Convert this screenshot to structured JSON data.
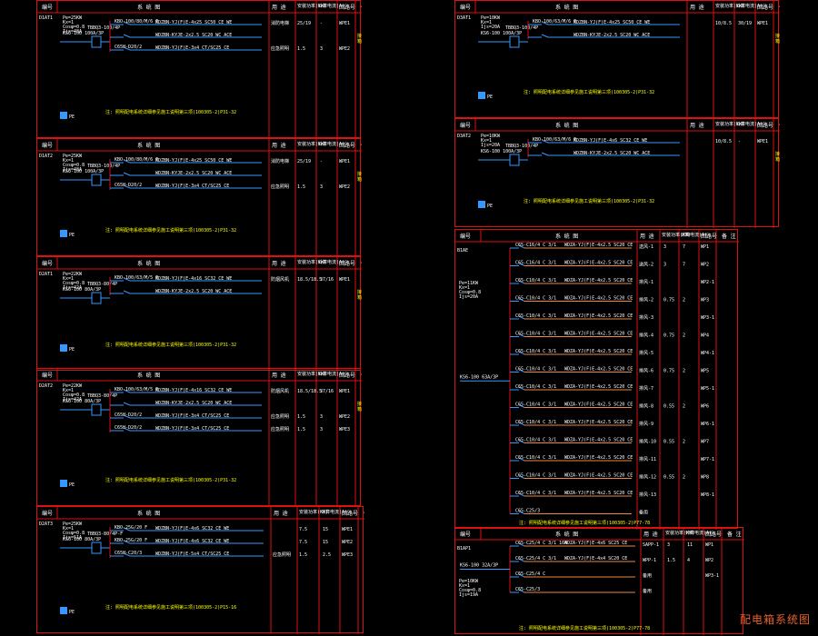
{
  "caption": "配电箱系统图",
  "header": {
    "id": "编号",
    "scheme": "系 统 图",
    "use": "用 途",
    "power": "安装功率(KW)",
    "current": "计算电流(A)",
    "circuit": "回路号",
    "note": "备 注"
  },
  "panels": [
    {
      "id": "D1AT1",
      "params": [
        "Pe=25KW",
        "Kx=1",
        "Cosφ=0.8",
        "Ijs=48A"
      ],
      "inbreaker": "TBBQ3-100/4P",
      "mainsw": "KS6-100 100A/3P",
      "circuits": [
        {
          "breaker": "KBO-100/80/M/6 F",
          "cable": "WDZBN-YJ(F)E-4x25 SC50 CE WE",
          "use": "消防电梯",
          "power": "25/19",
          "current": "-",
          "no": "WPE1"
        },
        {
          "breaker": "",
          "cable": "WDZBN-KYJE-2x2.5 SC20 WC ACE",
          "use": "",
          "power": "",
          "current": "",
          "no": ""
        },
        {
          "breaker": "C65H-D20/2",
          "cable": "WDZBN-YJ(F)E-3x4 CT/SC25 CE",
          "use": "应急照明",
          "power": "1.5",
          "current": "3",
          "no": "WPE2"
        }
      ],
      "remark": "接消防电梯控制箱,详见-不脱扣",
      "footnote": "注: 照明配电系统详细参见施工说明第三项(100305-2)P31-32"
    },
    {
      "id": "D1AT2",
      "params": [
        "Pe=25KW",
        "Kx=1",
        "Cosφ=0.8",
        "Ijs=48A"
      ],
      "inbreaker": "TBBQ3-100/4P",
      "mainsw": "KS6-100 100A/3P",
      "circuits": [
        {
          "breaker": "KBO-100/80/M/6 F",
          "cable": "WDZBN-YJ(F)E-4x25 SC50 CE WE",
          "use": "消防电梯",
          "power": "25/19",
          "current": "-",
          "no": "WPE1"
        },
        {
          "breaker": "",
          "cable": "WDZBN-KYJE-2x2.5 SC20 WC ACE",
          "use": "",
          "power": "",
          "current": "",
          "no": ""
        },
        {
          "breaker": "C65H-D20/2",
          "cable": "WDZBN-YJ(F)E-3x4 CT/SC25 CE",
          "use": "应急照明",
          "power": "1.5",
          "current": "3",
          "no": "WPE2"
        }
      ],
      "remark": "接消防电梯控制箱,详见-不脱扣",
      "footnote": "注: 照明配电系统详细参见施工说明第三项(100305-2)P31-32"
    },
    {
      "id": "D2AT1",
      "params": [
        "Pe=22KW",
        "Kx=1",
        "Cosφ=0.8",
        "Ijs=42A"
      ],
      "inbreaker": "TBBQ3-80/4P",
      "mainsw": "KS6-100 80A/3P",
      "circuits": [
        {
          "breaker": "KBO-100/63/M/5 F",
          "cable": "WDZBN-YJ(F)E-4x16 SC32 CE WE",
          "use": "防烟风机",
          "power": "18.5/18.5",
          "current": "37/16",
          "no": "WPE1"
        },
        {
          "breaker": "",
          "cable": "WDZBN-KYJE-2x2.5 SC20 WC ACE",
          "use": "",
          "power": "",
          "current": "",
          "no": ""
        }
      ],
      "remark": "接消防风机控制箱,详见-不脱扣",
      "footnote": "注: 照明配电系统详细参见施工说明第三项(100305-2)P31-32"
    },
    {
      "id": "D2AT2",
      "params": [
        "Pe=22KW",
        "Kx=1",
        "Cosφ=0.8",
        "Ijs=42A"
      ],
      "inbreaker": "TBBQ3-80/4P",
      "mainsw": "KS6-100 80A/3P",
      "circuits": [
        {
          "breaker": "KBO-100/63/M/5 F",
          "cable": "WDZBN-YJ(F)E-4x16 SC32 CE WE",
          "use": "防烟风机",
          "power": "18.5/18.5",
          "current": "37/16",
          "no": "WPE1"
        },
        {
          "breaker": "",
          "cable": "WDZBN-KYJE-2x2.5 SC20 WC ACE",
          "use": "",
          "power": "",
          "current": "",
          "no": ""
        },
        {
          "breaker": "C65H-D20/2",
          "cable": "WDZBN-YJ(F)E-3x4 CT/SC25 CE",
          "use": "应急照明",
          "power": "1.5",
          "current": "3",
          "no": "WPE2"
        },
        {
          "breaker": "C65H-D20/2",
          "cable": "WDZBN-YJ(F)E-3x4 CT/SC25 CE",
          "use": "应急照明",
          "power": "1.5",
          "current": "3",
          "no": "WPE3"
        }
      ],
      "remark": "接消防风机控制箱,详见-不脱扣",
      "footnote": "注: 照明配电系统详细参见施工说明第三项(100305-2)P31-32"
    },
    {
      "id": "D2AT3",
      "params": [
        "Pe=25KW",
        "Kx=1",
        "Cosφ=0.8",
        "Ijs=51A"
      ],
      "inbreaker": "TBBQ3-80/4P-F",
      "mainsw": "KS6-100 80A/3P",
      "circuits": [
        {
          "breaker": "KBO-25G/20 F",
          "cable": "WDZBN-YJ(F)E-4x6 SC32 CE WE",
          "use": "",
          "power": "7.5",
          "current": "15",
          "no": "WPE1"
        },
        {
          "breaker": "KBO-25G/20 F",
          "cable": "WDZBN-YJ(F)E-4x6 SC32 CE WE",
          "use": "",
          "power": "7.5",
          "current": "15",
          "no": "WPE2"
        },
        {
          "breaker": "C65H-C20/3",
          "cable": "WDZBN-YJ(F)E-5x4 CT/SC25 CE",
          "use": "应急照明",
          "power": "1.5",
          "current": "2.5",
          "no": "WPE3"
        }
      ],
      "remark": "",
      "footnote": "注: 照明配电系统详细参见施工说明第三项(100305-2)P15-16"
    },
    {
      "id": "D3AT1",
      "params": [
        "Pe=10KW",
        "Kx=1",
        "Ijs=20A"
      ],
      "inbreaker": "TBBQ3-100/4P",
      "mainsw": "KS6-100 100A/3P",
      "circuits": [
        {
          "breaker": "KBO-100/63/M/6 F",
          "cable": "WDZBN-YJ(F)E-4x25 SC50 CE WE",
          "use": "",
          "power": "10/8.5",
          "current": "30/19",
          "no": "WPE1"
        },
        {
          "breaker": "",
          "cable": "WDZBN-KYJE-2x2.5 SC20 WC ACE",
          "use": "",
          "power": "",
          "current": "",
          "no": ""
        }
      ],
      "remark": "接消防设备控制箱,详见-不脱扣",
      "footnote": "注: 照明配电系统详细参见施工说明第三项(100305-2)P31-32"
    },
    {
      "id": "D3AT2",
      "params": [
        "Pe=10KW",
        "Kx=1",
        "Ijs=20A"
      ],
      "inbreaker": "TBBQ3-100/4P",
      "mainsw": "KS6-100 100A/3P",
      "circuits": [
        {
          "breaker": "KBO-100/63/M/6 F",
          "cable": "WDZBN-YJ(F)E-4x6 SC32 CE WE",
          "use": "",
          "power": "10/8.5",
          "current": "-",
          "no": "WPE1"
        },
        {
          "breaker": "",
          "cable": "WDZBN-KYJE-2x2.5 SC20 WC ACE",
          "use": "",
          "power": "",
          "current": "",
          "no": ""
        }
      ],
      "remark": "接消防设备控制箱,详见-不脱扣",
      "footnote": "注: 照明配电系统详细参见施工说明第三项(100305-2)P31-32"
    }
  ],
  "big": {
    "id": "B1AE",
    "params": [
      "Pe=11KW",
      "Kx=1",
      "Cosφ=0.8",
      "Ijs=20A"
    ],
    "mainsw": "KS6-100 63A/3P",
    "rows": [
      {
        "breaker": "C65-C16/4 C 3/1",
        "cable": "WDZA-YJ(F)E-4x2.5 SC20 CE",
        "use": "送风-1",
        "power": "3",
        "current": "7",
        "no": "WP1"
      },
      {
        "breaker": "C65-C16/4 C 3/1",
        "cable": "WDZA-YJ(F)E-4x2.5 SC20 CE",
        "use": "送风-2",
        "power": "3",
        "current": "7",
        "no": "WP2"
      },
      {
        "breaker": "C65-C10/4 C 3/1",
        "cable": "WDZA-YJ(F)E-4x2.5 SC20 CE",
        "use": "排风-1",
        "power": "",
        "current": "",
        "no": "WP2-1"
      },
      {
        "breaker": "C65-C10/4 C 3/1",
        "cable": "WDZA-YJ(F)E-4x2.5 SC20 CE",
        "use": "排风-2",
        "power": "0.75",
        "current": "2",
        "no": "WP3"
      },
      {
        "breaker": "C65-C10/4 C 3/1",
        "cable": "WDZA-YJ(F)E-4x2.5 SC20 CE",
        "use": "排风-3",
        "power": "",
        "current": "",
        "no": "WP3-1"
      },
      {
        "breaker": "C65-C10/4 C 3/1",
        "cable": "WDZA-YJ(F)E-4x2.5 SC20 CE",
        "use": "排风-4",
        "power": "0.75",
        "current": "2",
        "no": "WP4"
      },
      {
        "breaker": "C65-C10/4 C 3/1",
        "cable": "WDZA-YJ(F)E-4x2.5 SC20 CE",
        "use": "排风-5",
        "power": "",
        "current": "",
        "no": "WP4-1"
      },
      {
        "breaker": "C65-C10/4 C 3/1",
        "cable": "WDZA-YJ(F)E-4x2.5 SC20 CE",
        "use": "排风-6",
        "power": "0.75",
        "current": "2",
        "no": "WP5"
      },
      {
        "breaker": "C65-C10/4 C 3/1",
        "cable": "WDZA-YJ(F)E-4x2.5 SC20 CE",
        "use": "排风-7",
        "power": "",
        "current": "",
        "no": "WP5-1"
      },
      {
        "breaker": "C65-C10/4 C 3/1",
        "cable": "WDZA-YJ(F)E-4x2.5 SC20 CE",
        "use": "排风-8",
        "power": "0.55",
        "current": "2",
        "no": "WP6"
      },
      {
        "breaker": "C65-C10/4 C 3/1",
        "cable": "WDZA-YJ(F)E-4x2.5 SC20 CE",
        "use": "排风-9",
        "power": "",
        "current": "",
        "no": "WP6-1"
      },
      {
        "breaker": "C65-C10/4 C 3/1",
        "cable": "WDZA-YJ(F)E-4x2.5 SC20 CE",
        "use": "排风-10",
        "power": "0.55",
        "current": "2",
        "no": "WP7"
      },
      {
        "breaker": "C65-C10/4 C 3/1",
        "cable": "WDZA-YJ(F)E-4x2.5 SC20 CE",
        "use": "排风-11",
        "power": "",
        "current": "",
        "no": "WP7-1"
      },
      {
        "breaker": "C65-C10/4 C 3/1",
        "cable": "WDZA-YJ(F)E-4x2.5 SC20 CE",
        "use": "排风-12",
        "power": "0.55",
        "current": "2",
        "no": "WP8"
      },
      {
        "breaker": "C65-C10/4 C 3/1",
        "cable": "WDZA-YJ(F)E-4x2.5 SC20 CE",
        "use": "排风-13",
        "power": "",
        "current": "",
        "no": "WP8-1"
      },
      {
        "breaker": "C65-C25/3",
        "cable": "",
        "use": "备用",
        "power": "",
        "current": "",
        "no": ""
      }
    ],
    "footnote": "注: 照明配电系统详细参见施工说明第三项(100305-2)P77-78"
  },
  "small": {
    "id": "B1AP1",
    "params": [
      "Pe=10KW",
      "Kx=1",
      "Cosφ=0.8",
      "Ijs=19A"
    ],
    "mainsw": "KS6-100 32A/3P",
    "rows": [
      {
        "breaker": "C65-C25/4 C 3/1 16A",
        "cable": "WDZA-YJ(F)E-4x6 SC25 CE",
        "use": "SAPP-1",
        "power": "3",
        "current": "11",
        "no": "WP1"
      },
      {
        "breaker": "C65-C25/4 C 3/1",
        "cable": "WDZA-YJ(F)E-4x4 SC20 CE",
        "use": "WPP-1",
        "power": "1.5",
        "current": "4",
        "no": "WP2"
      },
      {
        "breaker": "C65-C25/4 C",
        "cable": "",
        "use": "备用",
        "power": "",
        "current": "",
        "no": "WP3-1"
      },
      {
        "breaker": "C65-C25/3",
        "cable": "",
        "use": "备用",
        "power": "",
        "current": "",
        "no": ""
      }
    ],
    "footnote": "注: 照明配电系统详细参见施工说明第三项(100305-2)P77-78"
  }
}
